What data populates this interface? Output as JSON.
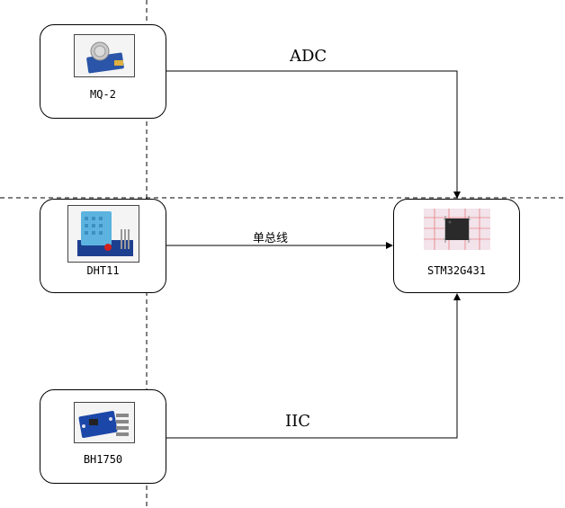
{
  "nodes": {
    "mq2": {
      "label": "MQ-2"
    },
    "dht11": {
      "label": "DHT11"
    },
    "bh1750": {
      "label": "BH1750"
    },
    "mcu": {
      "label": "STM32G431"
    }
  },
  "connections": {
    "adc": "ADC",
    "onewire": "单总线",
    "iic": "IIC"
  }
}
